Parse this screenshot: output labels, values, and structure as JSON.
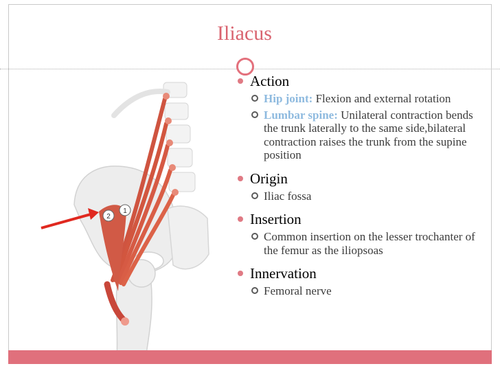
{
  "slide": {
    "title": "Iliacus",
    "figure": {
      "label_1": "1",
      "label_2": "2"
    },
    "sections": [
      {
        "heading": "Action"
      },
      {
        "heading": "Origin",
        "item": "Iliac fossa"
      },
      {
        "heading": "Insertion",
        "item": "Common insertion on the lesser trochanter of the femur as the iliopsoas"
      },
      {
        "heading": "Innervation",
        "item": "Femoral nerve"
      }
    ],
    "action_items": [
      {
        "key": "Hip joint:",
        "text": "Flexion and external rotation"
      },
      {
        "key": "Lumbar spine:",
        "text": "Unilateral contraction bends the trunk laterally to the same side,bilateral contraction raises the trunk from the supine position"
      }
    ]
  },
  "colors": {
    "title": "#d9636f",
    "accent": "#e0707c",
    "keyword": "#8ebadf",
    "muscle": "#cc4c3a"
  }
}
